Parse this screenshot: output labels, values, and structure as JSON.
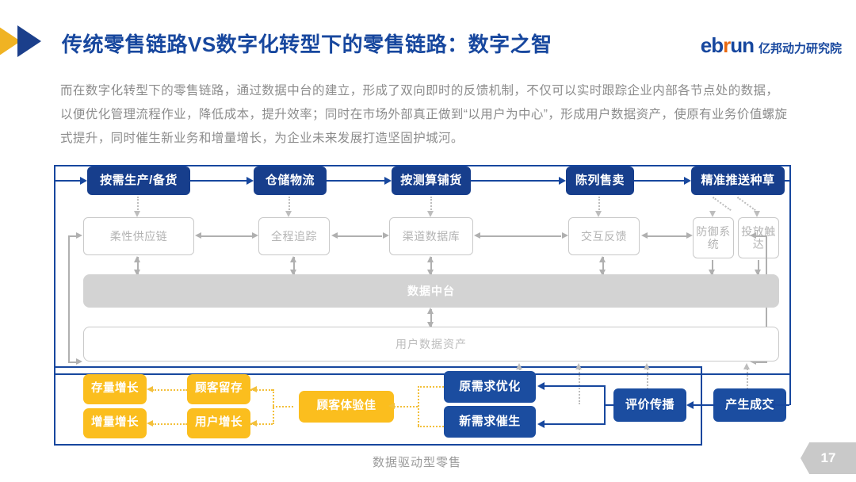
{
  "header": {
    "title": "传统零售链路VS数字化转型下的零售链路：数字之智",
    "logo_en_1": "eb",
    "logo_en_r": "r",
    "logo_en_2": "un",
    "logo_cn": "亿邦动力研究院",
    "accent_blue": "#17479E",
    "accent_yellow": "#F0B323",
    "accent_orange": "#E8680F"
  },
  "body": {
    "paragraph": "而在数字化转型下的零售链路，通过数据中台的建立，形成了双向即时的反馈机制，不仅可以实时跟踪企业内部各节点处的数据，以便优化管理流程作业，降低成本，提升效率；同时在市场外部真正做到“以用户为中心”，形成用户数据资产，使原有业务价值螺旋式提升，同时催生新业务和增量增长，为企业未来发展打造坚固护城河。"
  },
  "diagram": {
    "caption": "数据驱动型零售",
    "top_chain": [
      {
        "label": "按需生产/备货"
      },
      {
        "label": "仓储物流"
      },
      {
        "label": "按测算铺货"
      },
      {
        "label": "陈列售卖"
      },
      {
        "label": "精准推送种草"
      }
    ],
    "capability_row": [
      {
        "label": "柔性供应链"
      },
      {
        "label": "全程追踪"
      },
      {
        "label": "渠道数据库"
      },
      {
        "label": "交互反馈"
      },
      {
        "label": "防御系统"
      },
      {
        "label": "投放触达"
      }
    ],
    "platform_bar": "数据中台",
    "asset_bar": "用户数据资产",
    "growth_boxes": [
      {
        "label": "存量增长"
      },
      {
        "label": "增量增长"
      },
      {
        "label": "顾客留存"
      },
      {
        "label": "用户增长"
      },
      {
        "label": "顾客体验佳"
      }
    ],
    "demand_boxes": [
      {
        "label": "原需求优化"
      },
      {
        "label": "新需求催生"
      }
    ],
    "bottom_chain": [
      {
        "label": "评价传播"
      },
      {
        "label": "产生成交"
      }
    ],
    "colors": {
      "blue_box": "#173E8C",
      "blue_box_alt": "#1B4DA0",
      "yellow_box": "#FBBE1E",
      "gray_fill": "#D3D3D3",
      "gray_line": "#C9C9C9",
      "gray_text": "#B4B4B4"
    }
  },
  "footer": {
    "page_number": "17"
  }
}
